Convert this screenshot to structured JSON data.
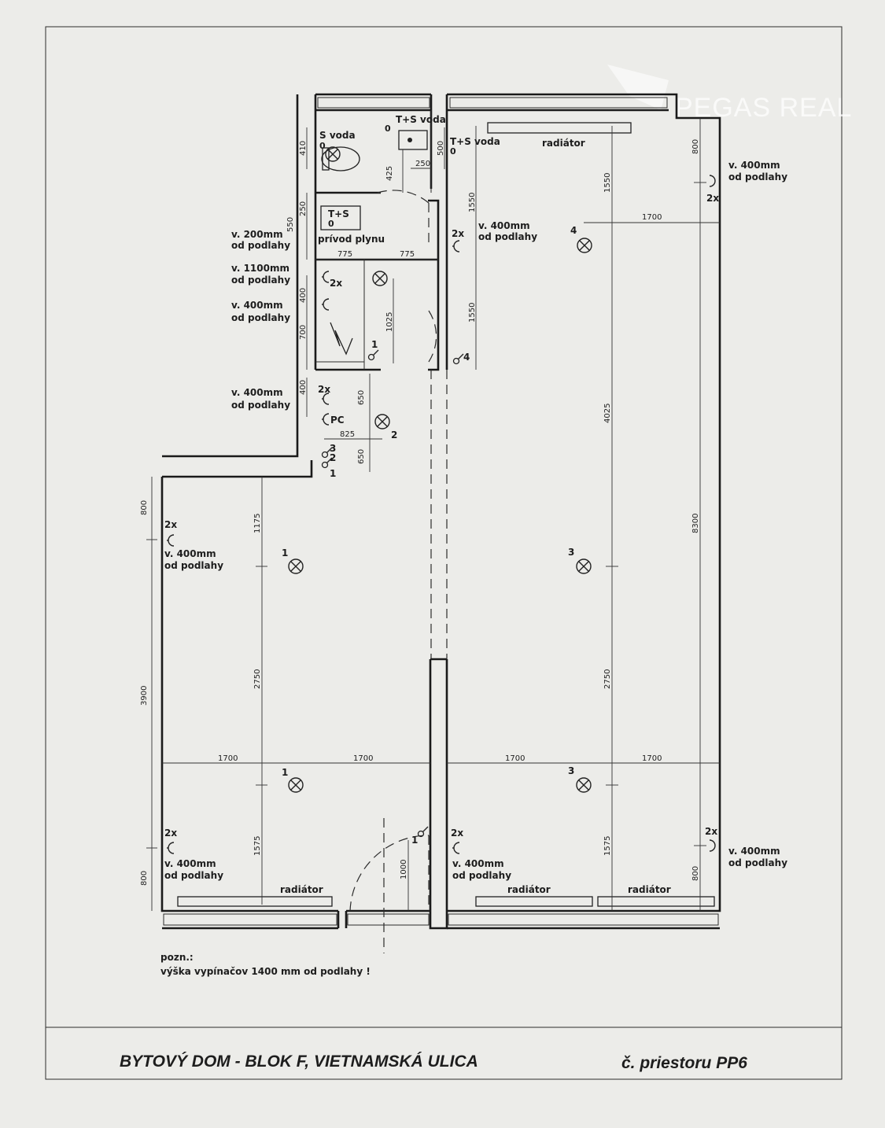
{
  "watermark": "PEGAS REAL",
  "footer": {
    "title": "BYTOVÝ DOM - BLOK F, VIETNAMSKÁ ULICA",
    "space_code": "č. priestoru PP6"
  },
  "note": {
    "label": "pozn.:",
    "text": "výška vypínačov 1400 mm od podlahy !"
  },
  "labels": {
    "s_voda": "S voda",
    "ts_voda_1": "T+S voda",
    "ts_voda_2": "T+S voda",
    "ts_short": "T+S",
    "zero": "0",
    "privod_plynu": "prívod plynu",
    "pc": "PC",
    "radiator": "radiátor"
  },
  "heights": [
    {
      "line1": "v. 200mm",
      "line2": "od podlahy"
    },
    {
      "line1": "v. 1100mm",
      "line2": "od podlahy"
    },
    {
      "line1": "v. 400mm",
      "line2": "od podlahy"
    },
    {
      "line1": "v. 400mm",
      "line2": "od podlahy"
    },
    {
      "line1": "v. 400mm",
      "line2": "od podlahy"
    },
    {
      "line1": "v. 400mm",
      "line2": "od podlahy"
    },
    {
      "line1": "v. 400mm",
      "line2": "od podlahy"
    },
    {
      "line1": "v. 400mm",
      "line2": "od podlahy"
    },
    {
      "line1": "v. 400mm",
      "line2": "od podlahy"
    }
  ],
  "dimensions": {
    "d410": "410",
    "d500": "500",
    "d250": "250",
    "d425": "425",
    "d250b": "250",
    "d550": "550",
    "d1550a": "1550",
    "d1550b": "1550",
    "d775a": "775",
    "d775b": "775",
    "d400a": "400",
    "d700": "700",
    "d1025": "1025",
    "d400b": "400",
    "d650a": "650",
    "d825": "825",
    "d650b": "650",
    "d800a": "800",
    "d1175": "1175",
    "d3900": "3900",
    "d2750a": "2750",
    "d1575a": "1575",
    "d800b": "800",
    "d1000": "1000",
    "d1700a": "1700",
    "d1700b": "1700",
    "d1700c": "1700",
    "d1700d": "1700",
    "d1700e": "1700",
    "d4025": "4025",
    "d8300": "8300",
    "d2750b": "2750",
    "d1575b": "1575",
    "d800c": "800",
    "d800d": "800"
  },
  "markers": {
    "two_x": "2x",
    "n1": "1",
    "n2": "2",
    "n3": "3",
    "n4": "4"
  }
}
